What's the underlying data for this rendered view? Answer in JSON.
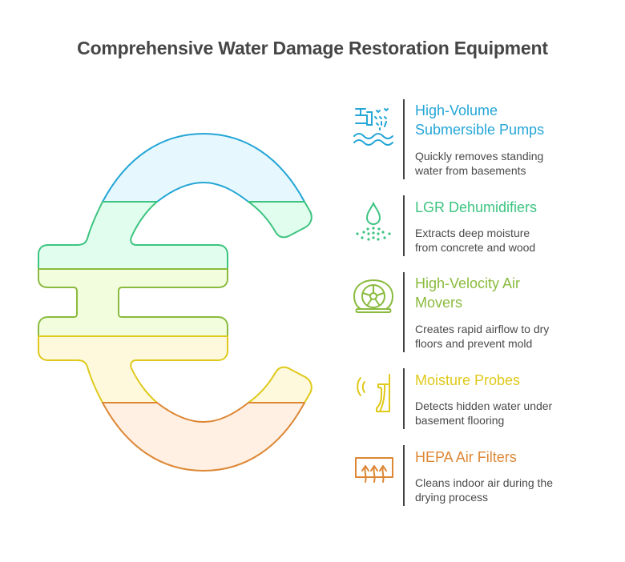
{
  "title": "Comprehensive Water Damage Restoration Equipment",
  "graphic": {
    "shape": "euro-symbol",
    "bands": [
      "blue",
      "green",
      "lime",
      "yellow",
      "orange"
    ]
  },
  "colors": {
    "blue": "#25a6d6",
    "blue_fill": "#e6f8fe",
    "green": "#3cc480",
    "green_fill": "#e1fdee",
    "lime": "#8abb3e",
    "lime_fill": "#f2fddd",
    "yellow": "#dfc91a",
    "yellow_fill": "#fef9dc",
    "orange": "#dd8735",
    "orange_fill": "#fff0e3",
    "text": "#4a4a4a",
    "divider": "#444444"
  },
  "items": [
    {
      "icon": "pump-water-icon",
      "heading_line1": "High-Volume",
      "heading_line2": "Submersible Pumps",
      "desc_line1": "Quickly removes standing",
      "desc_line2": "water from basements",
      "color": "#25a6d6"
    },
    {
      "icon": "water-drop-icon",
      "heading_line1": "LGR Dehumidifiers",
      "heading_line2": "",
      "desc_line1": "Extracts deep moisture",
      "desc_line2": "from concrete and wood",
      "color": "#3cc480"
    },
    {
      "icon": "air-mover-fan-icon",
      "heading_line1": "High-Velocity Air",
      "heading_line2": "Movers",
      "desc_line1": "Creates rapid airflow to dry",
      "desc_line2": "floors and prevent mold",
      "color": "#8abb3e"
    },
    {
      "icon": "moisture-probe-icon",
      "heading_line1": "Moisture Probes",
      "heading_line2": "",
      "desc_line1": "Detects hidden water under",
      "desc_line2": "basement flooring",
      "color": "#dfc91a"
    },
    {
      "icon": "air-filter-icon",
      "heading_line1": "HEPA Air Filters",
      "heading_line2": "",
      "desc_line1": "Cleans indoor air during the",
      "desc_line2": "drying process",
      "color": "#dd8735"
    }
  ]
}
